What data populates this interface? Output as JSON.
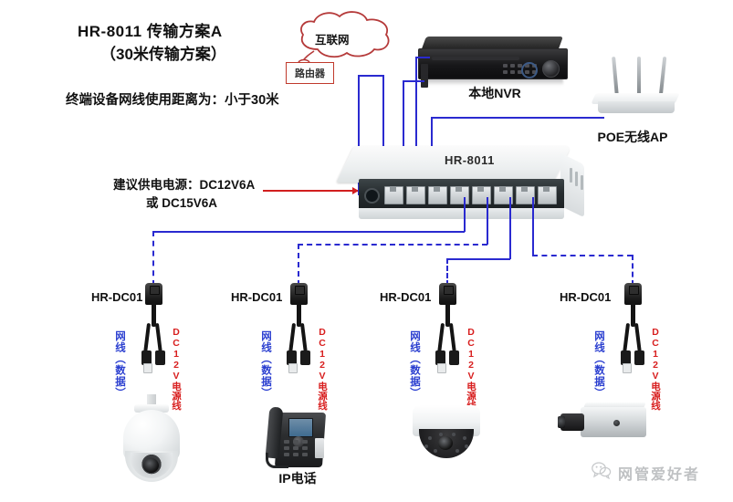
{
  "diagram": {
    "title": "HR-8011 传输方案A",
    "subtitle": "（30米传输方案）",
    "note": "终端设备网线使用距离为：小于30米",
    "power_line1": "建议供电电源：DC12V6A",
    "power_line2": "或  DC15V6A"
  },
  "nodes": {
    "cloud_label": "互联网",
    "router_label": "路由器",
    "nvr_label": "本地NVR",
    "ap_label": "POE无线AP",
    "switch_label": "HR-8011"
  },
  "splitters": [
    {
      "label": "HR-DC01",
      "data_cable": "网线（数据）",
      "power_cable": "DC12V电源线"
    },
    {
      "label": "HR-DC01",
      "data_cable": "网线（数据）",
      "power_cable": "DC12V电源线"
    },
    {
      "label": "HR-DC01",
      "data_cable": "网线（数据）",
      "power_cable": "DC12V电源线"
    },
    {
      "label": "HR-DC01",
      "data_cable": "网线（数据）",
      "power_cable": "DC12V电源线"
    }
  ],
  "endpoints": [
    {
      "name": "ptz-dome-camera",
      "label": ""
    },
    {
      "name": "ip-phone",
      "label": "IP电话"
    },
    {
      "name": "dome-camera",
      "label": ""
    },
    {
      "name": "box-camera",
      "label": ""
    }
  ],
  "watermark": {
    "text": "网管爱好者",
    "icon": "wechat-icon"
  },
  "colors": {
    "cable_blue": "#2a2ad0",
    "power_red": "#d21f1f",
    "cloud_outline": "#b53a3a",
    "background": "#ffffff"
  }
}
